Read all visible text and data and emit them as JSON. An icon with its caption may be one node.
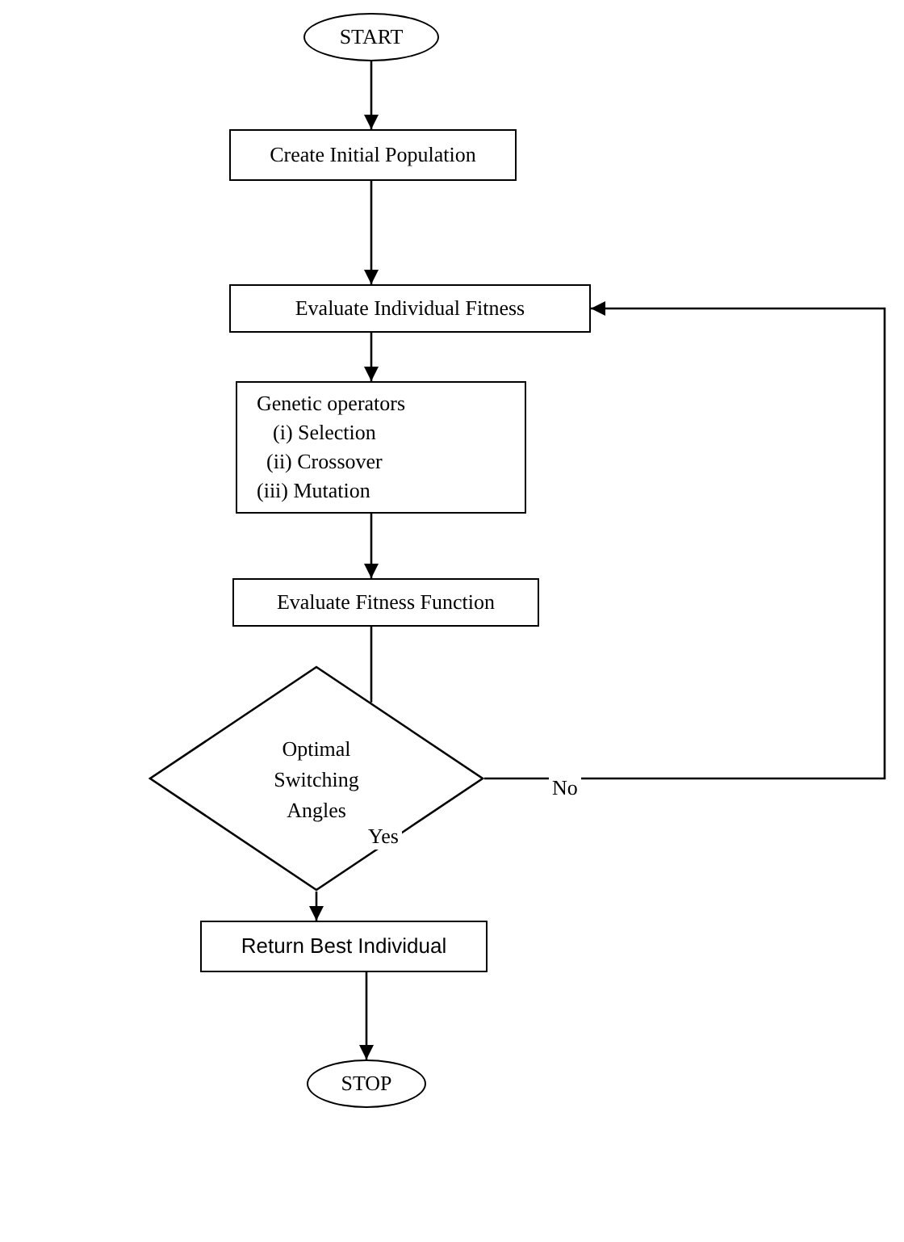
{
  "diagram": {
    "nodes": [
      {
        "text": [
          "START"
        ]
      },
      {
        "text": [
          "Create Initial Population"
        ]
      },
      {
        "text": [
          "Evaluate Individual Fitness"
        ]
      },
      {
        "text": [
          "Genetic operators",
          "(i) Selection",
          "(ii) Crossover",
          "(iii) Mutation"
        ]
      },
      {
        "text": [
          "Evaluate Fitness Function"
        ]
      },
      {
        "text": [
          "Optimal Switching Angles"
        ]
      },
      {
        "text": [
          "Return Best Individual"
        ]
      },
      {
        "text": [
          "STOP"
        ]
      }
    ],
    "edges": [
      {
        "from": 0,
        "to": 1,
        "arrow": "to"
      },
      {
        "from": 1,
        "to": 2,
        "arrow": "to"
      },
      {
        "from": 2,
        "to": 3,
        "arrow": "to"
      },
      {
        "from": 3,
        "to": 4,
        "arrow": "to"
      },
      {
        "from": 4,
        "to": 5,
        "arrow": "none"
      },
      {
        "from": 5,
        "to": 6,
        "arrow": "to",
        "label": "Yes"
      },
      {
        "from": 6,
        "to": 7,
        "arrow": "to"
      },
      {
        "from": 5,
        "to": 2,
        "arrow": "to",
        "label": "No"
      }
    ]
  }
}
